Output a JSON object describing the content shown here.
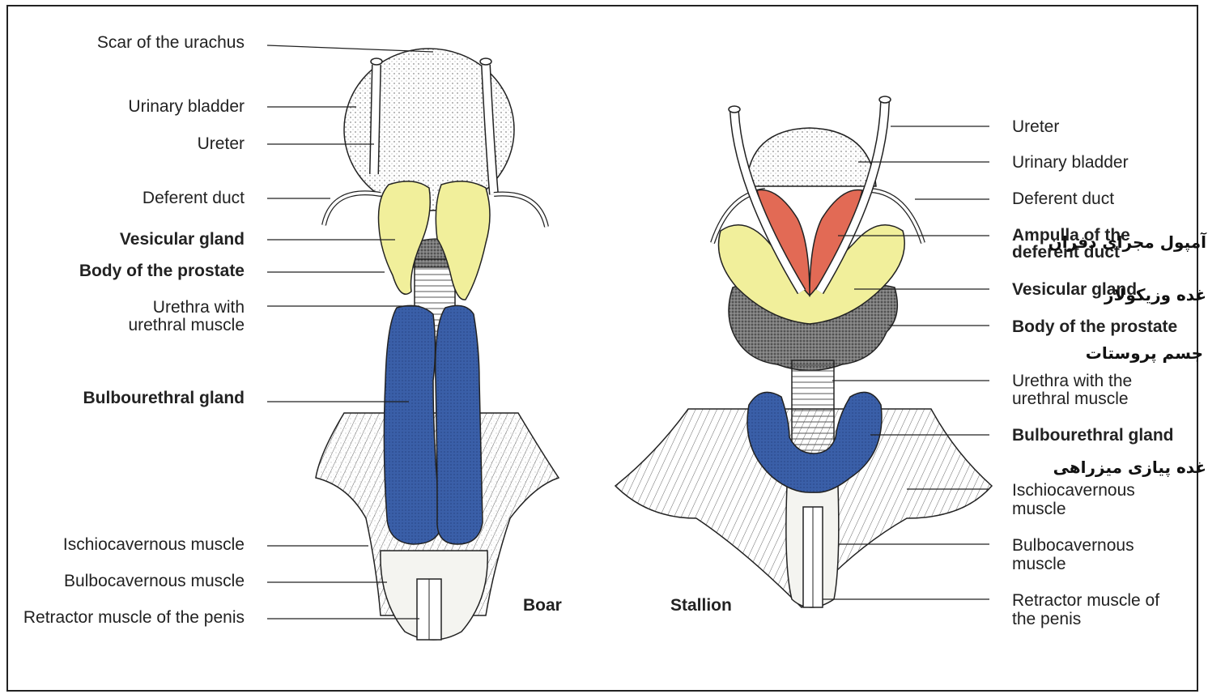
{
  "boar": {
    "caption": "Boar",
    "labels": {
      "scar_urachus": "Scar of the urachus",
      "urinary_bladder": "Urinary bladder",
      "ureter": "Ureter",
      "deferent_duct": "Deferent duct",
      "vesicular_gland": "Vesicular gland",
      "body_prostate": "Body of the prostate",
      "urethra_l1": "Urethra with",
      "urethra_l2": "urethral muscle",
      "bulbourethral_gland": "Bulbourethral gland",
      "ischiocavernous": "Ischiocavernous muscle",
      "bulbocavernous": "Bulbocavernous muscle",
      "retractor": "Retractor muscle of the penis"
    }
  },
  "stallion": {
    "caption": "Stallion",
    "labels": {
      "ureter": "Ureter",
      "urinary_bladder": "Urinary bladder",
      "deferent_duct": "Deferent duct",
      "ampulla_l1": "Ampulla of the",
      "ampulla_l2": "deferent duct",
      "vesicular_gland": "Vesicular gland",
      "body_prostate": "Body of the prostate",
      "urethra_l1": "Urethra with the",
      "urethra_l2": "urethral muscle",
      "bulbourethral_gland": "Bulbourethral gland",
      "ischio_l1": "Ischiocavernous",
      "ischio_l2": "muscle",
      "bulbo_l1": "Bulbocavernous",
      "bulbo_l2": "muscle",
      "retractor_l1": "Retractor muscle of",
      "retractor_l2": "the penis"
    }
  },
  "persian_overlays": {
    "ampulla": "آمپول مجرای دفران",
    "vesicular": "غده وزیکولار",
    "prostate": "جسم پروستات",
    "bulbourethral": "غده پیازی میزراهی"
  },
  "colors": {
    "vesicular": "#f1ef9b",
    "bulbourethral": "#3a5fa8",
    "ampulla": "#e26a55",
    "prostate": "#6d6d6d",
    "outline": "#222222"
  }
}
